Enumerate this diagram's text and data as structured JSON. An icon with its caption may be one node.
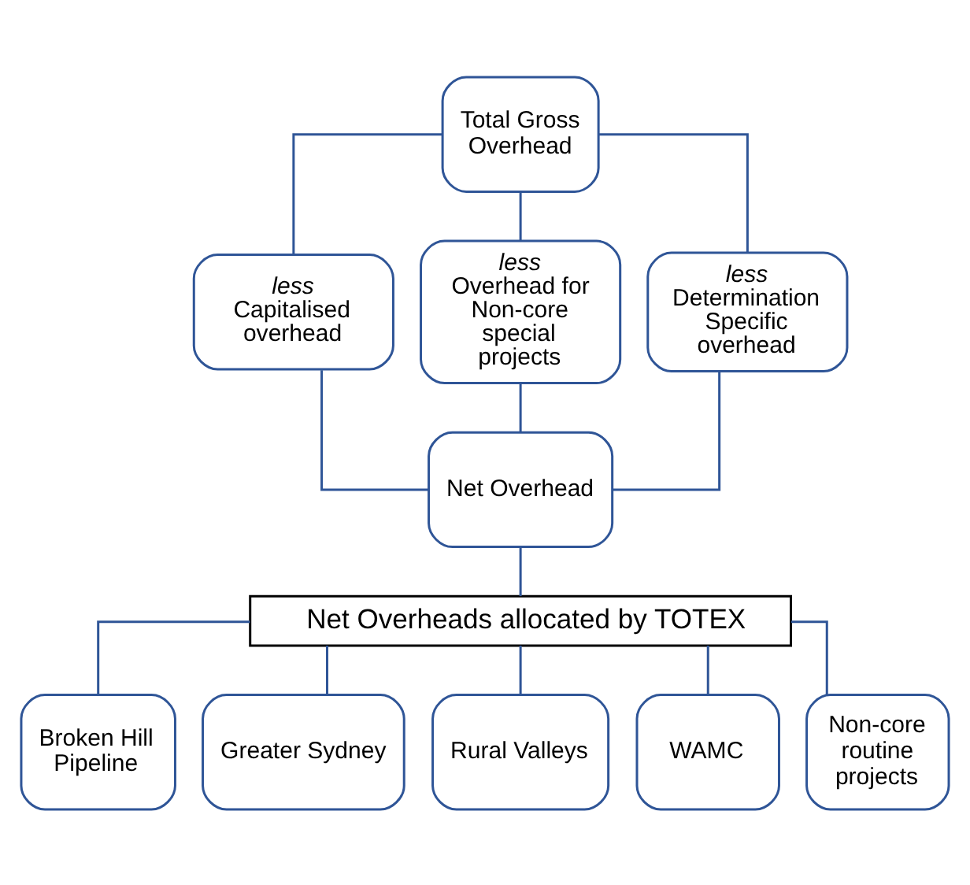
{
  "diagram": {
    "nodes": [
      {
        "text": [
          "Total Gross Overhead"
        ]
      },
      {
        "text": [
          "less",
          "Capitalised overhead"
        ]
      },
      {
        "text": [
          "less",
          "Overhead for Non-core special projects"
        ]
      },
      {
        "text": [
          "less",
          "Determination Specific overhead"
        ]
      },
      {
        "text": [
          "Net Overhead"
        ]
      },
      {
        "text": [
          "Net Overheads allocated by TOTEX"
        ]
      },
      {
        "text": [
          "Broken Hill Pipeline"
        ]
      },
      {
        "text": [
          "Greater Sydney"
        ]
      },
      {
        "text": [
          "Rural Valleys"
        ]
      },
      {
        "text": [
          "WAMC"
        ]
      },
      {
        "text": [
          "Non-core routine projects"
        ]
      }
    ],
    "edges": [
      {
        "from": 0,
        "to": 1,
        "arrow": "none"
      },
      {
        "from": 0,
        "to": 2,
        "arrow": "none"
      },
      {
        "from": 0,
        "to": 3,
        "arrow": "none"
      },
      {
        "from": 1,
        "to": 4,
        "arrow": "none"
      },
      {
        "from": 2,
        "to": 4,
        "arrow": "none"
      },
      {
        "from": 3,
        "to": 4,
        "arrow": "none"
      },
      {
        "from": 4,
        "to": 5,
        "arrow": "none"
      },
      {
        "from": 5,
        "to": 6,
        "arrow": "none"
      },
      {
        "from": 5,
        "to": 7,
        "arrow": "none"
      },
      {
        "from": 5,
        "to": 8,
        "arrow": "none"
      },
      {
        "from": 5,
        "to": 9,
        "arrow": "none"
      },
      {
        "from": 5,
        "to": 10,
        "arrow": "none"
      }
    ]
  }
}
